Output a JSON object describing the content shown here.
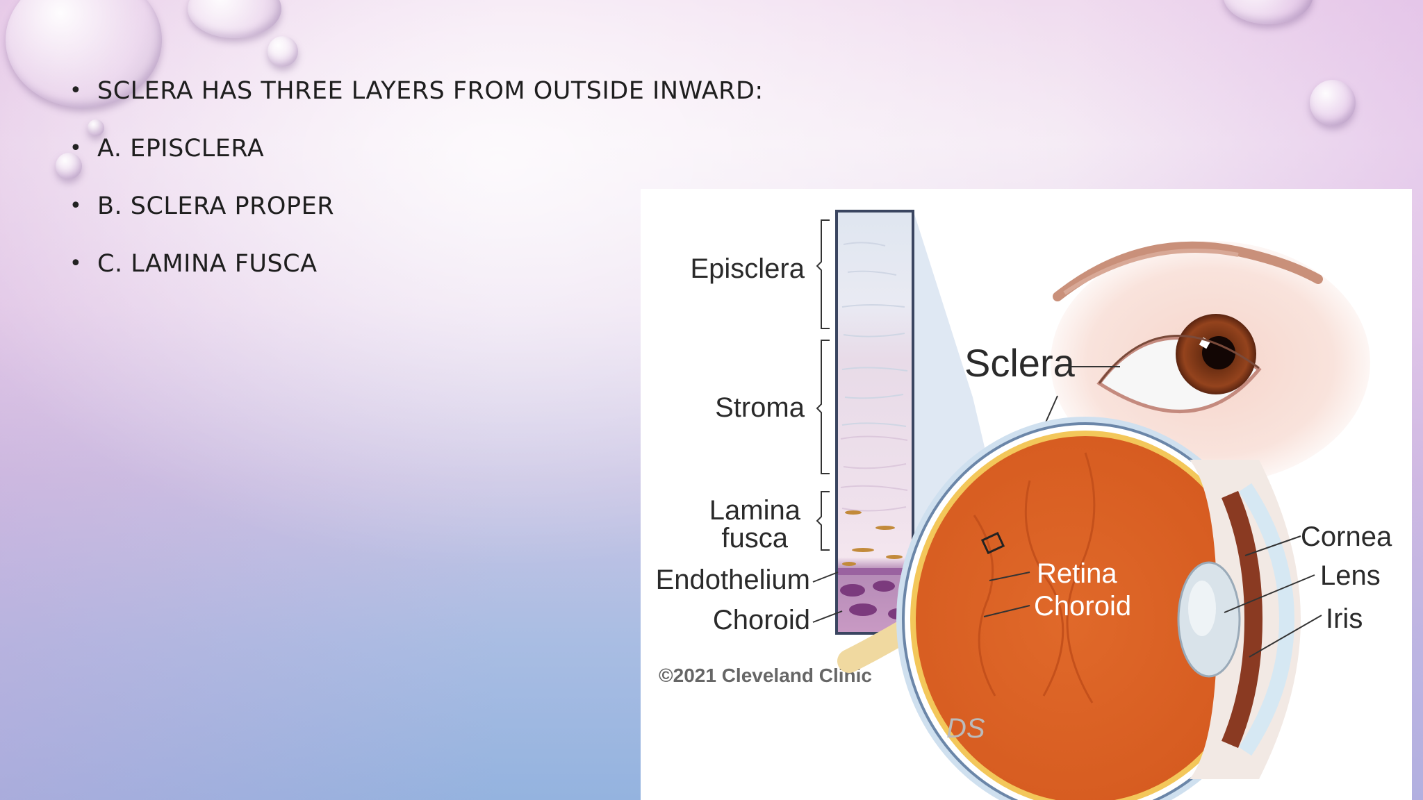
{
  "slide": {
    "bullets": [
      "SCLERA HAS THREE LAYERS FROM OUTSIDE INWARD:",
      "A. EPISCLERA",
      "B. SCLERA PROPER",
      "C. LAMINA FUSCA"
    ]
  },
  "figure": {
    "layer_labels": {
      "episclera": "Episclera",
      "stroma": "Stroma",
      "lamina_line1": "Lamina",
      "lamina_line2": "fusca",
      "endothelium": "Endothelium",
      "choroid": "Choroid"
    },
    "eye_labels": {
      "sclera": "Sclera",
      "retina": "Retina",
      "choroid": "Choroid",
      "cornea": "Cornea",
      "lens": "Lens",
      "iris": "Iris"
    },
    "credit": "©2021 Cleveland Clinic",
    "signature": "DS"
  }
}
